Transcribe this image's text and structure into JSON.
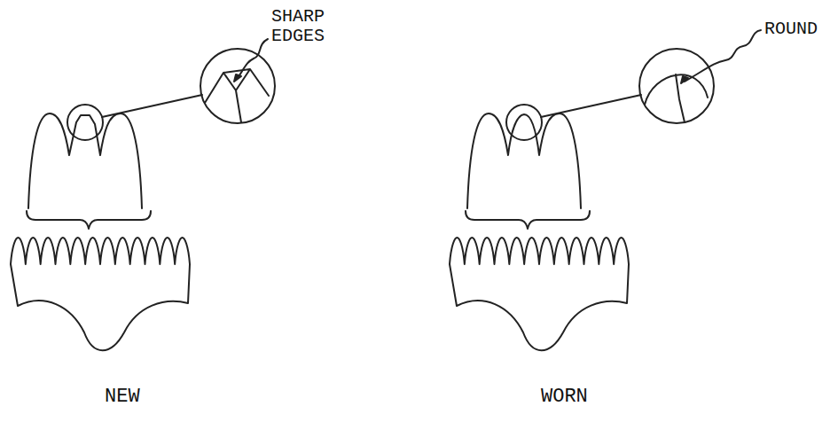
{
  "diagram": {
    "labels": [
      "SHARP EDGES",
      "ROUND",
      "NEW",
      "WORN"
    ]
  }
}
